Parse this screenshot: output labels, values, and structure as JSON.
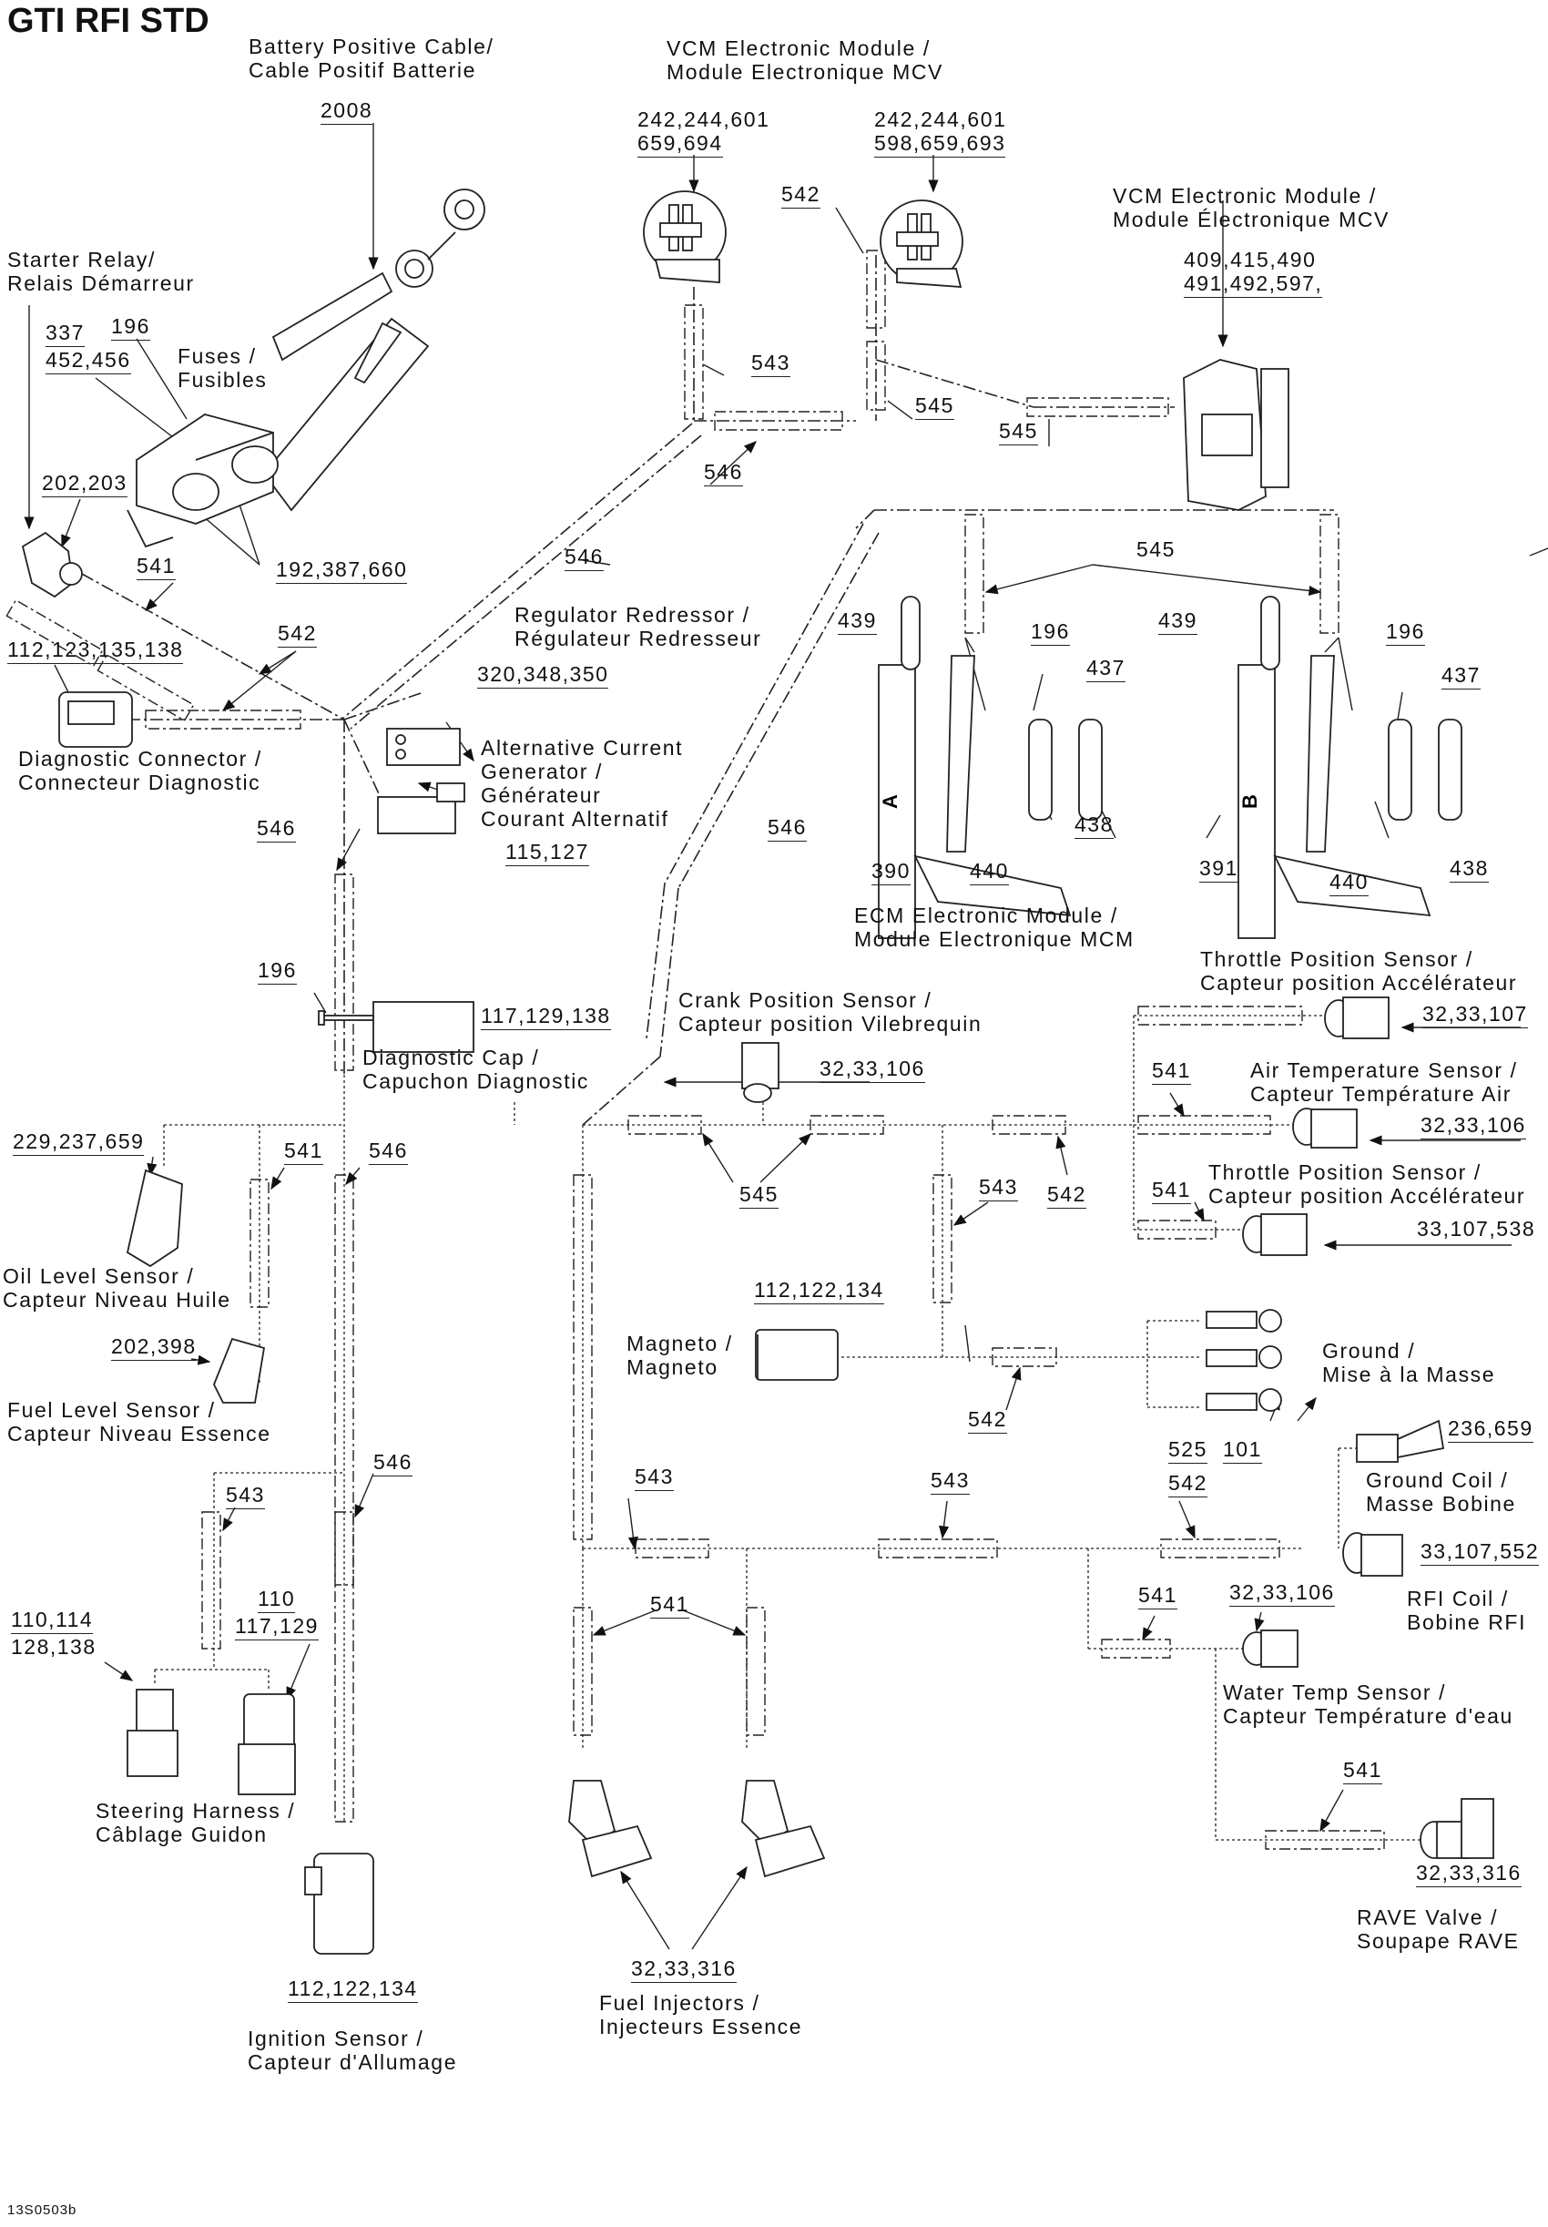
{
  "title": "GTI RFI STD",
  "footer_code": "13S0503b",
  "components": {
    "battery_cable": {
      "label_en": "Battery Positive Cable/",
      "label_fr": "Cable Positif Batterie",
      "parts": "2008"
    },
    "starter_relay": {
      "label_en": "Starter Relay/",
      "label_fr": "Relais Démarreur",
      "parts": "202,203"
    },
    "fuses": {
      "label_en": "Fuses /",
      "label_fr": "Fusibles",
      "parts_a": "337",
      "parts_b": "452,456",
      "parts_c": "196",
      "parts_d": "192,387,660"
    },
    "vcm_connector_1": {
      "parts_l1": "242,244,601",
      "parts_l2": "659,694"
    },
    "vcm_connector_2": {
      "parts_l1": "242,244,601",
      "parts_l2": "598,659,693"
    },
    "vcm_top": {
      "label_en": "VCM Electronic Module /",
      "label_fr": "Module Electronique MCV"
    },
    "vcm_module": {
      "label_en": "VCM Electronic Module /",
      "label_fr": "Module Électronique MCV",
      "parts_l1": "409,415,490",
      "parts_l2": "491,492,597,"
    },
    "diagnostic_connector": {
      "label_en": "Diagnostic Connector /",
      "label_fr": "Connecteur Diagnostic",
      "parts": "112,123,135,138"
    },
    "regulator": {
      "label_en": "Regulator Redressor /",
      "label_fr": "Régulateur Redresseur",
      "parts": "320,348,350"
    },
    "ac_generator": {
      "label_l1": "Alternative Current",
      "label_l2": "Generator /",
      "label_l3": "Générateur",
      "label_l4": "Courant Alternatif",
      "parts": "115,127"
    },
    "ecm_module": {
      "label_en": "ECM Electronic Module /",
      "label_fr": "Module Electronique MCM",
      "a": {
        "letter": "A",
        "p439": "439",
        "p196": "196",
        "p437": "437",
        "p438": "438",
        "p390": "390",
        "p440": "440"
      },
      "b": {
        "letter": "B",
        "p439": "439",
        "p196": "196",
        "p437": "437",
        "p438": "438",
        "p391": "391",
        "p440": "440"
      },
      "harness": "545"
    },
    "diagnostic_cap": {
      "label_en": "Diagnostic Cap /",
      "label_fr": "Capuchon Diagnostic",
      "parts": "117,129,138",
      "p196": "196"
    },
    "crank_sensor": {
      "label_en": "Crank Position Sensor /",
      "label_fr": "Capteur position Vilebrequin",
      "parts": "32,33,106"
    },
    "throttle_sensor_1": {
      "label_en": "Throttle Position Sensor /",
      "label_fr": "Capteur position Accélérateur",
      "parts": "32,33,107"
    },
    "air_temp_sensor": {
      "label_en": "Air Temperature Sensor /",
      "label_fr": "Capteur Température Air",
      "parts": "32,33,106"
    },
    "throttle_sensor_2": {
      "label_en": "Throttle Position Sensor /",
      "label_fr": "Capteur position Accélérateur",
      "parts": "33,107,538"
    },
    "oil_sensor": {
      "label_en": "Oil Level Sensor /",
      "label_fr": "Capteur Niveau Huile",
      "parts": "229,237,659"
    },
    "fuel_sensor": {
      "label_en": "Fuel Level Sensor /",
      "label_fr": "Capteur Niveau Essence",
      "parts": "202,398"
    },
    "magneto": {
      "label_en": "Magneto /",
      "label_fr": "Magneto",
      "parts": "112,122,134"
    },
    "ground": {
      "label_en": "Ground /",
      "label_fr": "Mise à la Masse",
      "p525": "525",
      "p101": "101"
    },
    "ground_coil": {
      "label_en": "Ground Coil /",
      "label_fr": "Masse Bobine",
      "parts": "236,659"
    },
    "rfi_coil": {
      "label_en": "RFI Coil /",
      "label_fr": "Bobine RFI",
      "parts": "33,107,552"
    },
    "water_temp": {
      "label_en": "Water Temp Sensor /",
      "label_fr": "Capteur Température d'eau",
      "parts": "32,33,106"
    },
    "rave_valve": {
      "label_en": "RAVE Valve /",
      "label_fr": "Soupape RAVE",
      "parts": "32,33,316"
    },
    "steering_harness": {
      "label_en": "Steering Harness /",
      "label_fr": "Câblage Guidon",
      "parts_a1": "110,114",
      "parts_a2": "128,138",
      "parts_b1": "110",
      "parts_b2": "117,129"
    },
    "ignition_sensor": {
      "label_en": "Ignition Sensor /",
      "label_fr": "Capteur d'Allumage",
      "parts": "112,122,134"
    },
    "fuel_injectors": {
      "label_en": "Fuel Injectors /",
      "label_fr": "Injecteurs Essence",
      "parts": "32,33,316"
    }
  },
  "harness_refs": {
    "r541_relay": "541",
    "r542_diag": "542",
    "r543_top": "543",
    "r542_top": "542",
    "r545_top": "545",
    "r546_top": "546",
    "r545_vcm": "545",
    "r546_reg": "546",
    "r546_diag": "546",
    "r546_main": "546",
    "r541_oil": "541",
    "r546_mid": "546",
    "r546_low": "546",
    "r543_steer": "543",
    "r545_crank": "545",
    "r543_mid": "543",
    "r542_mid": "542",
    "r541_tps": "541",
    "r541_tps2": "541",
    "r542_mag": "542",
    "r543_low_l": "543",
    "r543_low_m": "543",
    "r542_low_r": "542",
    "r541_inj": "541",
    "r541_water": "541",
    "r541_rave": "541"
  }
}
